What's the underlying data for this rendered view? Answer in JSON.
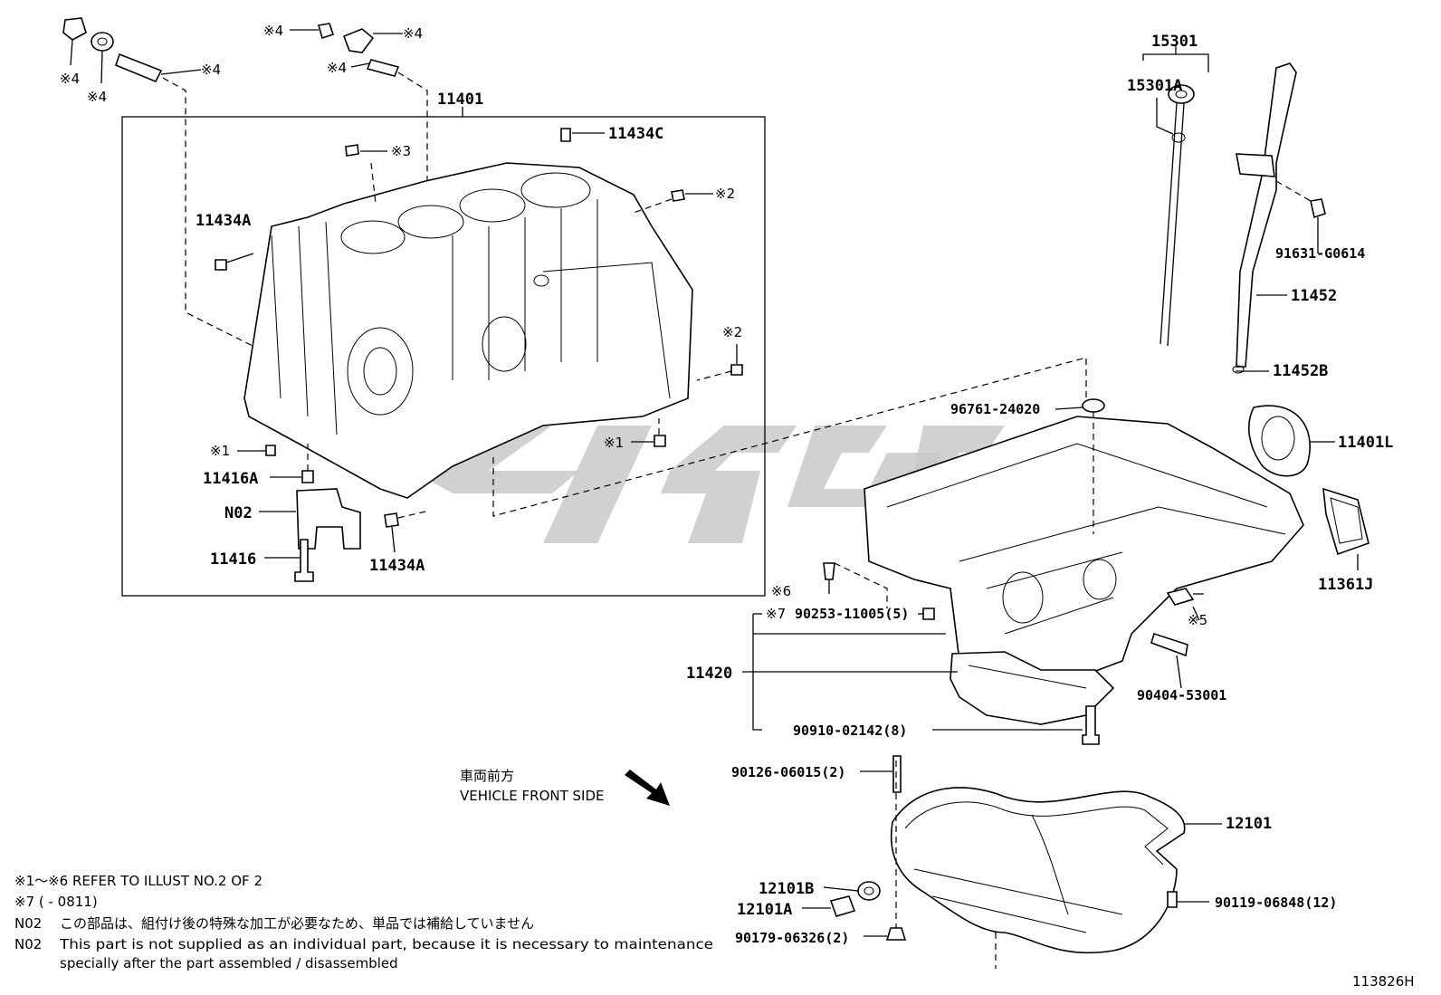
{
  "labels": {
    "p11401": "11401",
    "p11434C": "11434C",
    "p11434A_top": "11434A",
    "p11434A_bot": "11434A",
    "p11416A": "11416A",
    "pN02": "N02",
    "p11416": "11416",
    "p15301": "15301",
    "p15301A": "15301A",
    "p91631": "91631-G0614",
    "p11452": "11452",
    "p11452B": "11452B",
    "p96761": "96761-24020",
    "p11401L": "11401L",
    "p11361J": "11361J",
    "p90253": "90253-11005(5)",
    "p11420": "11420",
    "p90404": "90404-53001",
    "p90910": "90910-02142(8)",
    "p90126": "90126-06015(2)",
    "p12101": "12101",
    "p12101B": "12101B",
    "p12101A": "12101A",
    "p90119": "90119-06848(12)",
    "p90179": "90179-06326(2)"
  },
  "marks": {
    "m4a": "※4",
    "m4b": "※4",
    "m4c": "※4",
    "m4d": "※4",
    "m4e": "※4",
    "m4f": "※4",
    "m3": "※3",
    "m2a": "※2",
    "m2b": "※2",
    "m1a": "※1",
    "m1b": "※1",
    "m6": "※6",
    "m7": "※7",
    "m5": "※5"
  },
  "direction": {
    "jp": "車両前方",
    "en": "VEHICLE FRONT SIDE"
  },
  "notes": {
    "line1": "※1～※6 REFER TO ILLUST NO.2 OF 2",
    "line2": "※7 (        - 0811)",
    "line3_code": "N02",
    "line3_text": "この部品は、組付け後の特殊な加工が必要なため、単品では補給していません",
    "line4_code": "N02",
    "line4_text": "This part is not supplied as an individual part, because it is necessary to maintenance",
    "line5_text": "specially after the part assembled / disassembled"
  },
  "illustration_id": "113826H",
  "colors": {
    "line": "#000000",
    "watermark": "#c9c9c9"
  }
}
